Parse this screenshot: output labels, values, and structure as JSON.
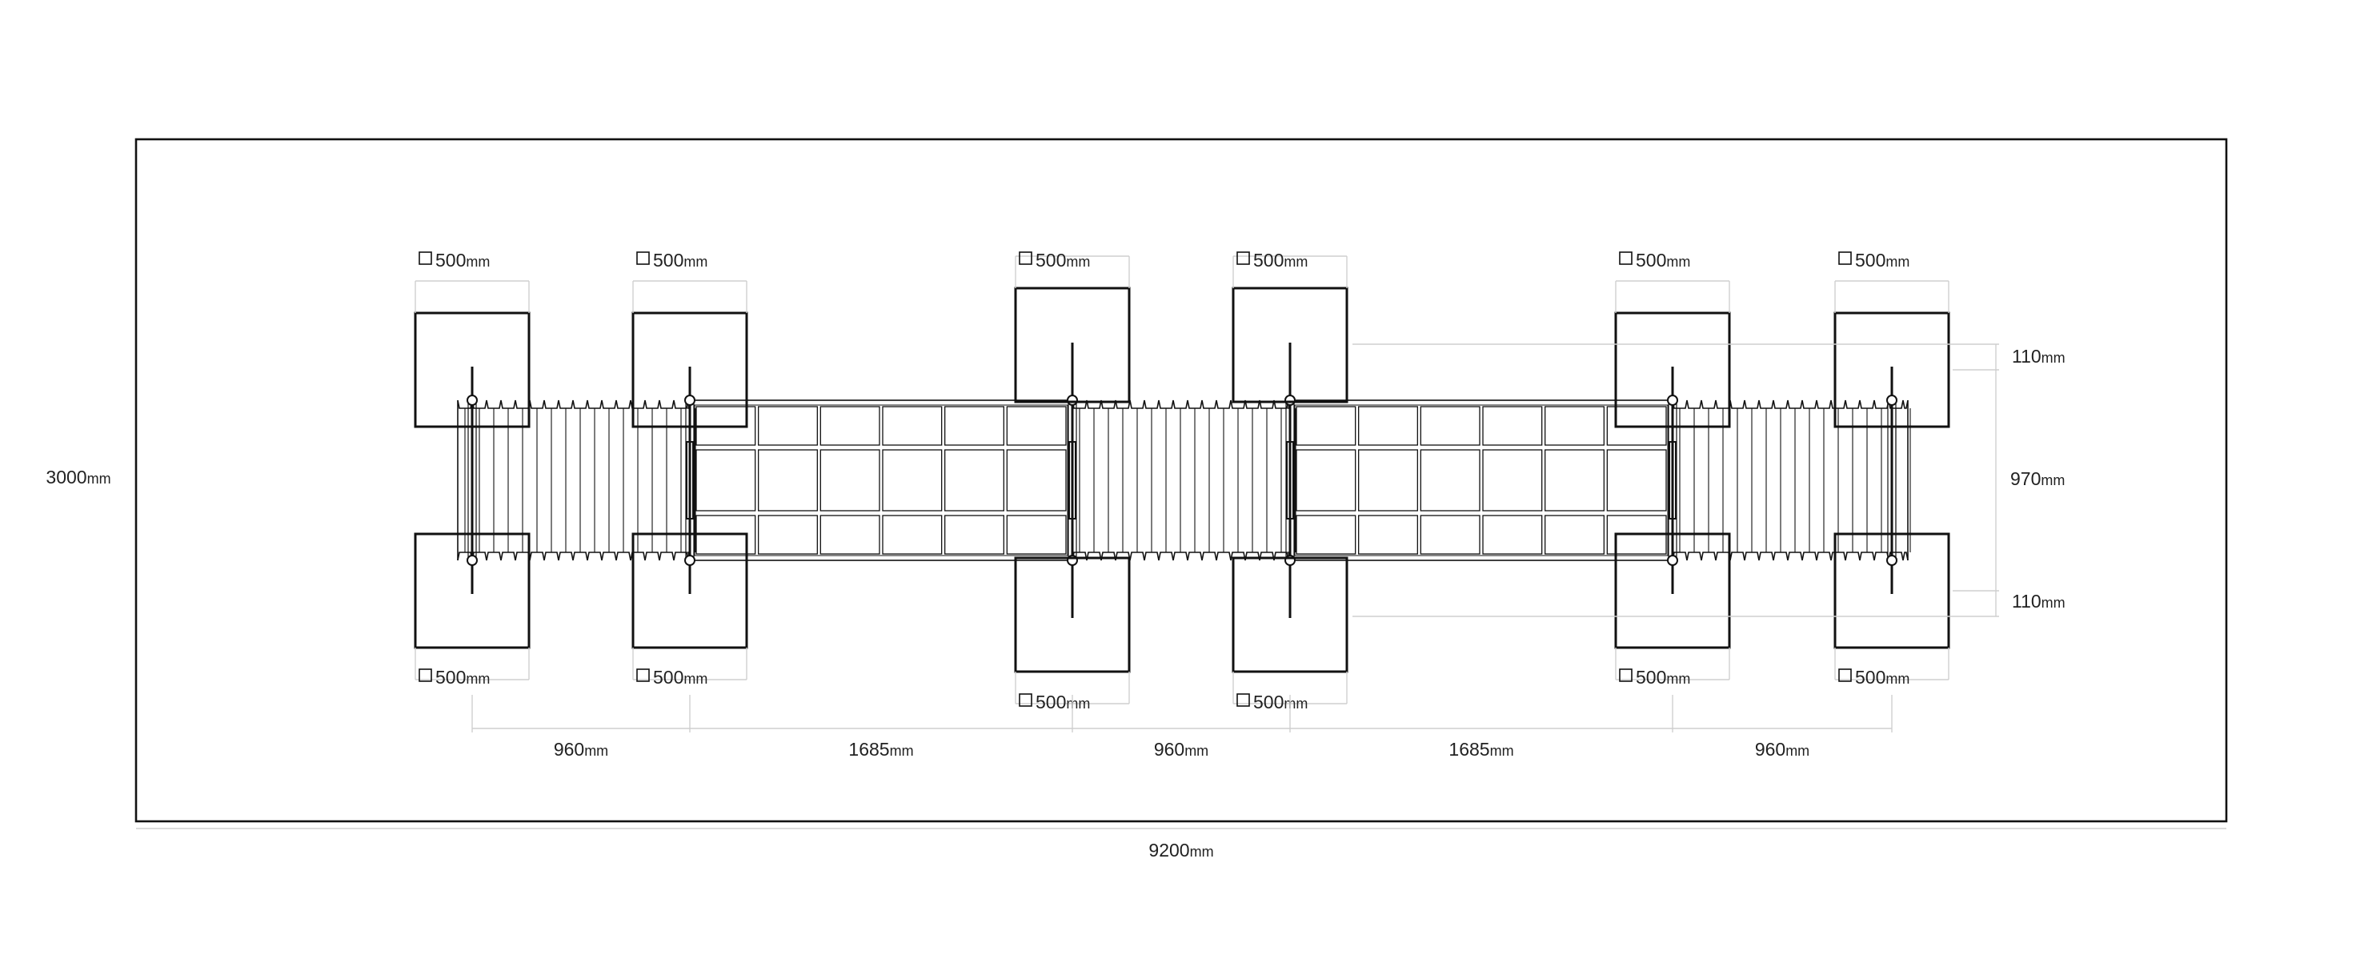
{
  "overall": {
    "width_label": {
      "num": "9200",
      "unit": "mm"
    },
    "height_label": {
      "num": "3000",
      "unit": "mm"
    }
  },
  "pads": [
    {
      "num": "500",
      "unit": "mm"
    },
    {
      "num": "500",
      "unit": "mm"
    },
    {
      "num": "500",
      "unit": "mm"
    },
    {
      "num": "500",
      "unit": "mm"
    },
    {
      "num": "500",
      "unit": "mm"
    },
    {
      "num": "500",
      "unit": "mm"
    },
    {
      "num": "500",
      "unit": "mm"
    },
    {
      "num": "500",
      "unit": "mm"
    },
    {
      "num": "500",
      "unit": "mm"
    },
    {
      "num": "500",
      "unit": "mm"
    },
    {
      "num": "500",
      "unit": "mm"
    },
    {
      "num": "500",
      "unit": "mm"
    }
  ],
  "spans": [
    {
      "num": "960",
      "unit": "mm"
    },
    {
      "num": "1685",
      "unit": "mm"
    },
    {
      "num": "960",
      "unit": "mm"
    },
    {
      "num": "1685",
      "unit": "mm"
    },
    {
      "num": "960",
      "unit": "mm"
    }
  ],
  "vertical": [
    {
      "num": "110",
      "unit": "mm"
    },
    {
      "num": "970",
      "unit": "mm"
    },
    {
      "num": "110",
      "unit": "mm"
    }
  ]
}
